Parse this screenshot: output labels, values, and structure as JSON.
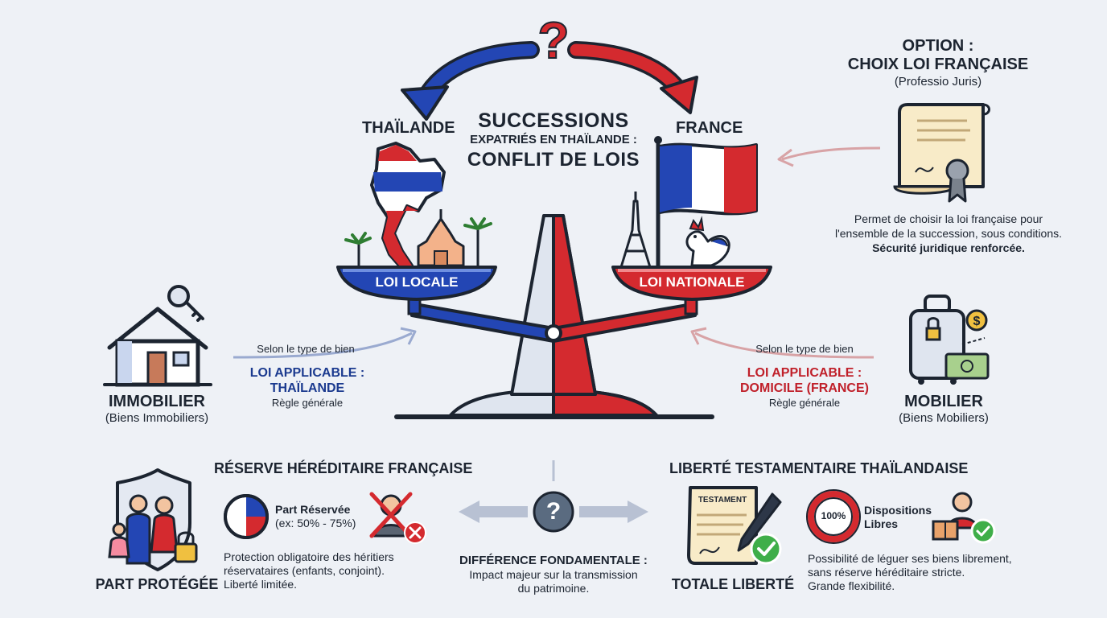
{
  "title": {
    "line1": "SUCCESSIONS",
    "line2": "EXPATRIÉS EN THAÏLANDE :",
    "line3": "CONFLIT DE LOIS"
  },
  "countries": {
    "left": "THAÏLANDE",
    "right": "FRANCE"
  },
  "scale": {
    "left_pan": "LOI LOCALE",
    "right_pan": "LOI NATIONALE"
  },
  "option": {
    "line1": "OPTION :",
    "line2": "CHOIX LOI FRANÇAISE",
    "line3": "(Professio Juris)",
    "desc1": "Permet de choisir la loi française pour",
    "desc2": "l'ensemble de la succession, sous conditions.",
    "desc3": "Sécurité juridique renforcée."
  },
  "immobilier": {
    "title": "IMMOBILIER",
    "subtitle": "(Biens Immobiliers)",
    "arrow_label": "Selon le type de bien",
    "law_line1": "LOI APPLICABLE :",
    "law_line2": "THAÏLANDE",
    "rule": "Règle générale"
  },
  "mobilier": {
    "title": "MOBILIER",
    "subtitle": "(Biens Mobiliers)",
    "arrow_label": "Selon le type de bien",
    "law_line1": "LOI APPLICABLE :",
    "law_line2": "DOMICILE (FRANCE)",
    "rule": "Règle générale"
  },
  "reserve": {
    "heading": "RÉSERVE HÉRÉDITAIRE FRANÇAISE",
    "part_title": "Part Réservée",
    "part_example": "(ex: 50% - 75%)",
    "desc1": "Protection obligatoire des héritiers",
    "desc2": "réservataires (enfants, conjoint).",
    "desc3": "Liberté limitée.",
    "caption": "PART PROTÉGÉE",
    "reserved_fraction": 0.5
  },
  "difference": {
    "symbol": "?",
    "title": "DIFFÉRENCE FONDAMENTALE :",
    "desc1": "Impact majeur sur la transmission",
    "desc2": "du patrimoine."
  },
  "liberte": {
    "heading": "LIBERTÉ TESTAMENTAIRE THAÏLANDAISE",
    "doc_label": "TESTAMENT",
    "percent": "100%",
    "disp_line1": "Dispositions",
    "disp_line2": "Libres",
    "desc1": "Possibilité de léguer ses biens librement,",
    "desc2": "sans réserve héréditaire stricte.",
    "desc3": "Grande flexibilité.",
    "caption": "TOTALE LIBERTÉ",
    "free_fraction": 1.0
  },
  "question_mark": "?",
  "colors": {
    "navy": "#1b3a8f",
    "blue": "#2346b4",
    "red": "#d42a2f",
    "dark": "#1c2430",
    "background": "#eef1f6",
    "green": "#3fae49"
  }
}
